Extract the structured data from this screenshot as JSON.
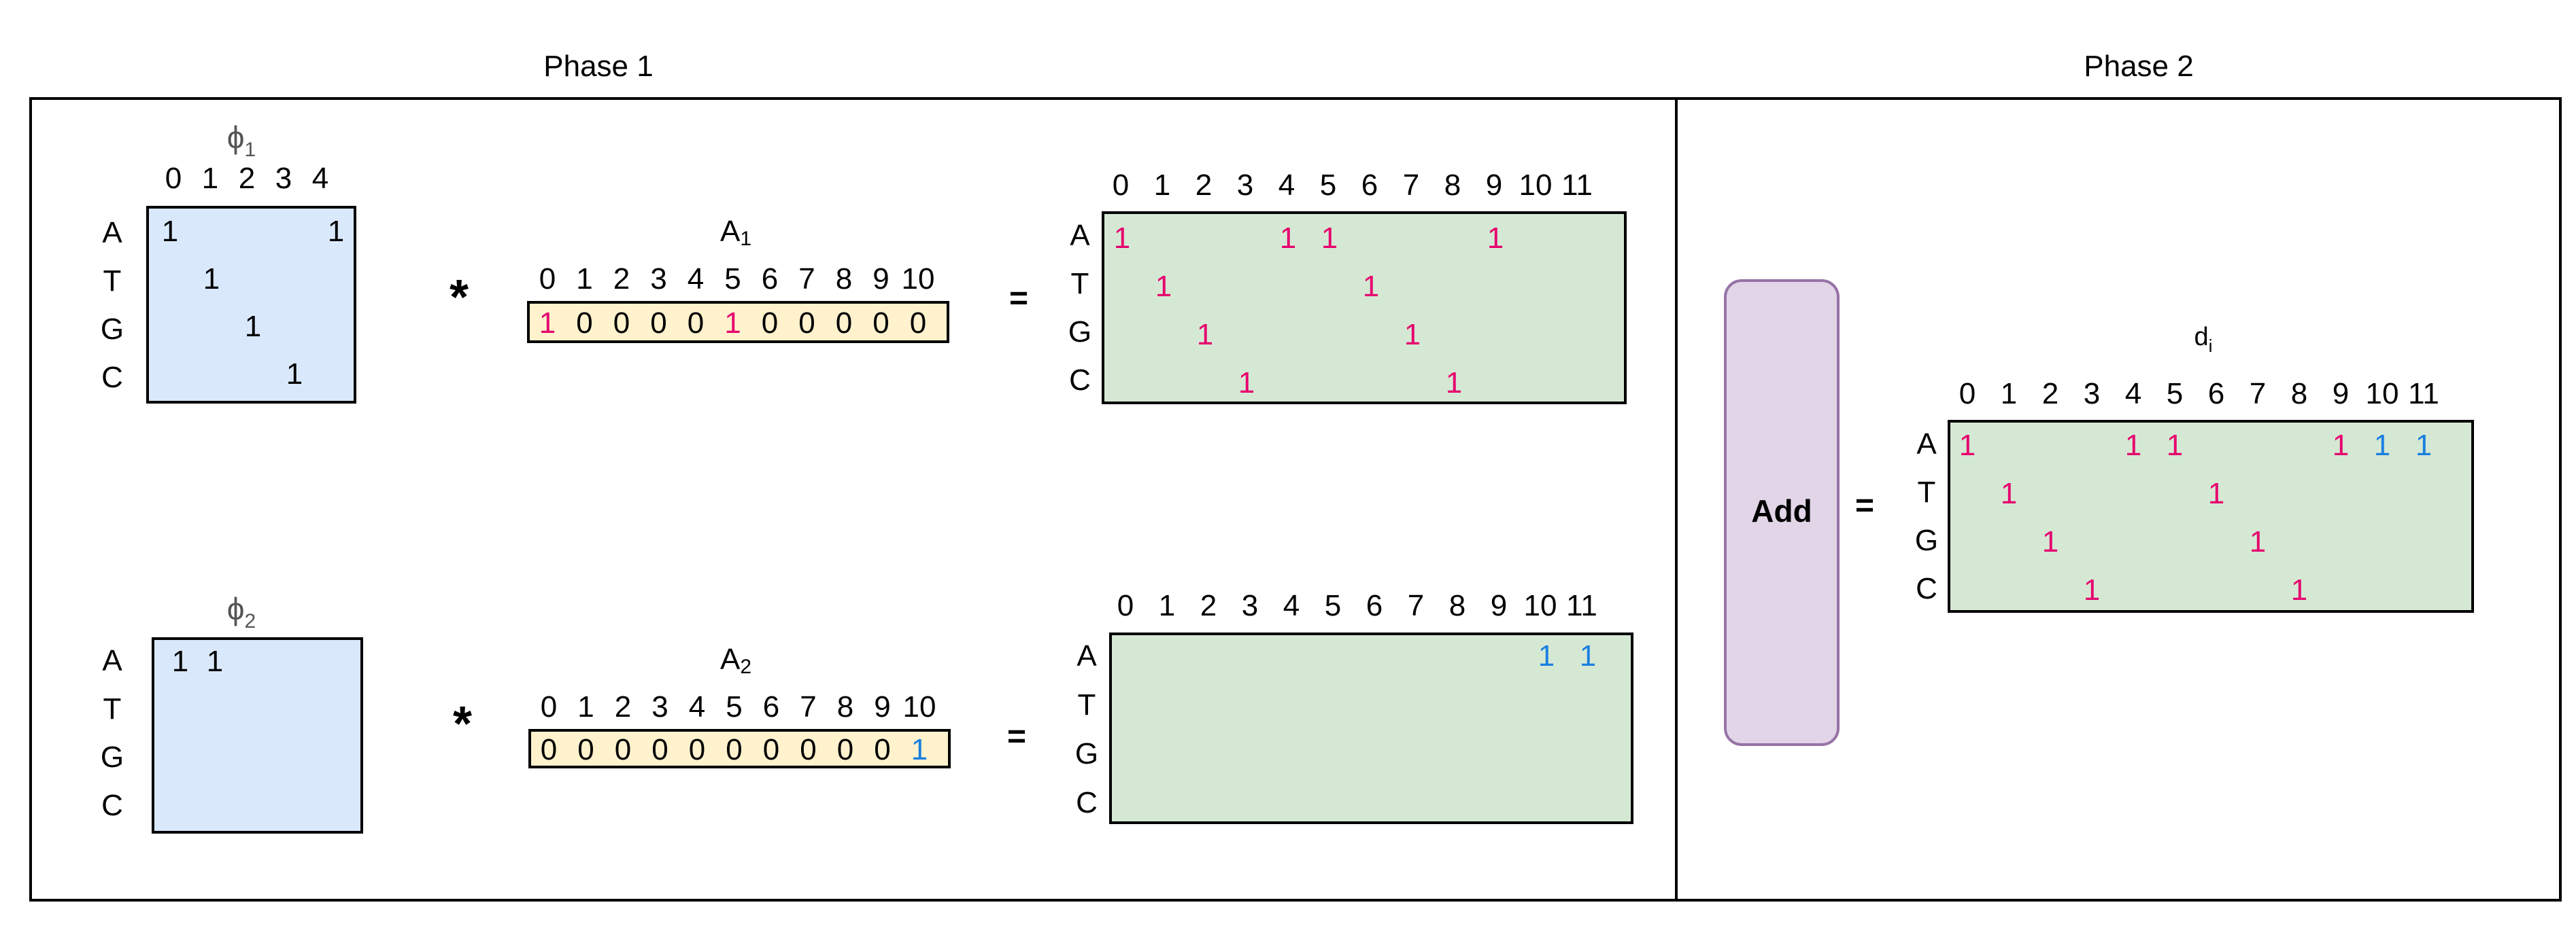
{
  "panels": {
    "phase1_title": "Phase 1",
    "phase2_title": "Phase 2"
  },
  "symbols": {
    "multiply": "*",
    "equals": "="
  },
  "colors": {
    "black": "#000000",
    "magenta": "#e6006e",
    "blue": "#1a7fe0",
    "kernel_fill": "#dae8fc",
    "input_fill": "#fff2cc",
    "output_fill": "#d5e8d4",
    "add_fill": "#e1d5e7",
    "add_stroke": "#9673a6"
  },
  "rows": [
    "A",
    "T",
    "G",
    "C"
  ],
  "kernel1": {
    "label": "ϕ",
    "subscript": "1",
    "col_labels": [
      "0",
      "1",
      "2",
      "3",
      "4"
    ],
    "cells": [
      {
        "row": 0,
        "col": 0,
        "value": "1",
        "color": "black"
      },
      {
        "row": 0,
        "col": 4,
        "value": "1",
        "color": "black"
      },
      {
        "row": 1,
        "col": 1,
        "value": "1",
        "color": "black"
      },
      {
        "row": 2,
        "col": 2,
        "value": "1",
        "color": "black"
      },
      {
        "row": 3,
        "col": 3,
        "value": "1",
        "color": "black"
      }
    ]
  },
  "kernel2": {
    "label": "ϕ",
    "subscript": "2",
    "cells": [
      {
        "row": 0,
        "col": 0,
        "value": "1",
        "color": "black"
      },
      {
        "row": 0,
        "col": 1,
        "value": "1",
        "color": "black"
      }
    ]
  },
  "input1": {
    "label": "A",
    "subscript": "1",
    "col_labels": [
      "0",
      "1",
      "2",
      "3",
      "4",
      "5",
      "6",
      "7",
      "8",
      "9",
      "10"
    ],
    "values": [
      "1",
      "0",
      "0",
      "0",
      "0",
      "1",
      "0",
      "0",
      "0",
      "0",
      "0"
    ],
    "colors": [
      "magenta",
      "black",
      "black",
      "black",
      "black",
      "magenta",
      "black",
      "black",
      "black",
      "black",
      "black"
    ]
  },
  "input2": {
    "label": "A",
    "subscript": "2",
    "col_labels": [
      "0",
      "1",
      "2",
      "3",
      "4",
      "5",
      "6",
      "7",
      "8",
      "9",
      "10"
    ],
    "values": [
      "0",
      "0",
      "0",
      "0",
      "0",
      "0",
      "0",
      "0",
      "0",
      "0",
      "1"
    ],
    "colors": [
      "black",
      "black",
      "black",
      "black",
      "black",
      "black",
      "black",
      "black",
      "black",
      "black",
      "blue"
    ]
  },
  "output1": {
    "col_labels": [
      "0",
      "1",
      "2",
      "3",
      "4",
      "5",
      "6",
      "7",
      "8",
      "9",
      "10",
      "11"
    ],
    "cells": [
      {
        "row": 0,
        "col": 0,
        "value": "1",
        "color": "magenta"
      },
      {
        "row": 0,
        "col": 4,
        "value": "1",
        "color": "magenta"
      },
      {
        "row": 0,
        "col": 5,
        "value": "1",
        "color": "magenta"
      },
      {
        "row": 0,
        "col": 9,
        "value": "1",
        "color": "magenta"
      },
      {
        "row": 1,
        "col": 1,
        "value": "1",
        "color": "magenta"
      },
      {
        "row": 1,
        "col": 6,
        "value": "1",
        "color": "magenta"
      },
      {
        "row": 2,
        "col": 2,
        "value": "1",
        "color": "magenta"
      },
      {
        "row": 2,
        "col": 7,
        "value": "1",
        "color": "magenta"
      },
      {
        "row": 3,
        "col": 3,
        "value": "1",
        "color": "magenta"
      },
      {
        "row": 3,
        "col": 8,
        "value": "1",
        "color": "magenta"
      }
    ]
  },
  "output2": {
    "col_labels": [
      "0",
      "1",
      "2",
      "3",
      "4",
      "5",
      "6",
      "7",
      "8",
      "9",
      "10",
      "11"
    ],
    "cells": [
      {
        "row": 0,
        "col": 10,
        "value": "1",
        "color": "blue"
      },
      {
        "row": 0,
        "col": 11,
        "value": "1",
        "color": "blue"
      }
    ]
  },
  "add_box": {
    "label": "Add"
  },
  "result": {
    "label": "d",
    "subscript": "i",
    "col_labels": [
      "0",
      "1",
      "2",
      "3",
      "4",
      "5",
      "6",
      "7",
      "8",
      "9",
      "10",
      "11"
    ],
    "cells": [
      {
        "row": 0,
        "col": 0,
        "value": "1",
        "color": "magenta"
      },
      {
        "row": 0,
        "col": 4,
        "value": "1",
        "color": "magenta"
      },
      {
        "row": 0,
        "col": 5,
        "value": "1",
        "color": "magenta"
      },
      {
        "row": 0,
        "col": 9,
        "value": "1",
        "color": "magenta"
      },
      {
        "row": 0,
        "col": 10,
        "value": "1",
        "color": "blue"
      },
      {
        "row": 0,
        "col": 11,
        "value": "1",
        "color": "blue"
      },
      {
        "row": 1,
        "col": 1,
        "value": "1",
        "color": "magenta"
      },
      {
        "row": 1,
        "col": 6,
        "value": "1",
        "color": "magenta"
      },
      {
        "row": 2,
        "col": 2,
        "value": "1",
        "color": "magenta"
      },
      {
        "row": 2,
        "col": 7,
        "value": "1",
        "color": "magenta"
      },
      {
        "row": 3,
        "col": 3,
        "value": "1",
        "color": "magenta"
      },
      {
        "row": 3,
        "col": 8,
        "value": "1",
        "color": "magenta"
      }
    ]
  }
}
